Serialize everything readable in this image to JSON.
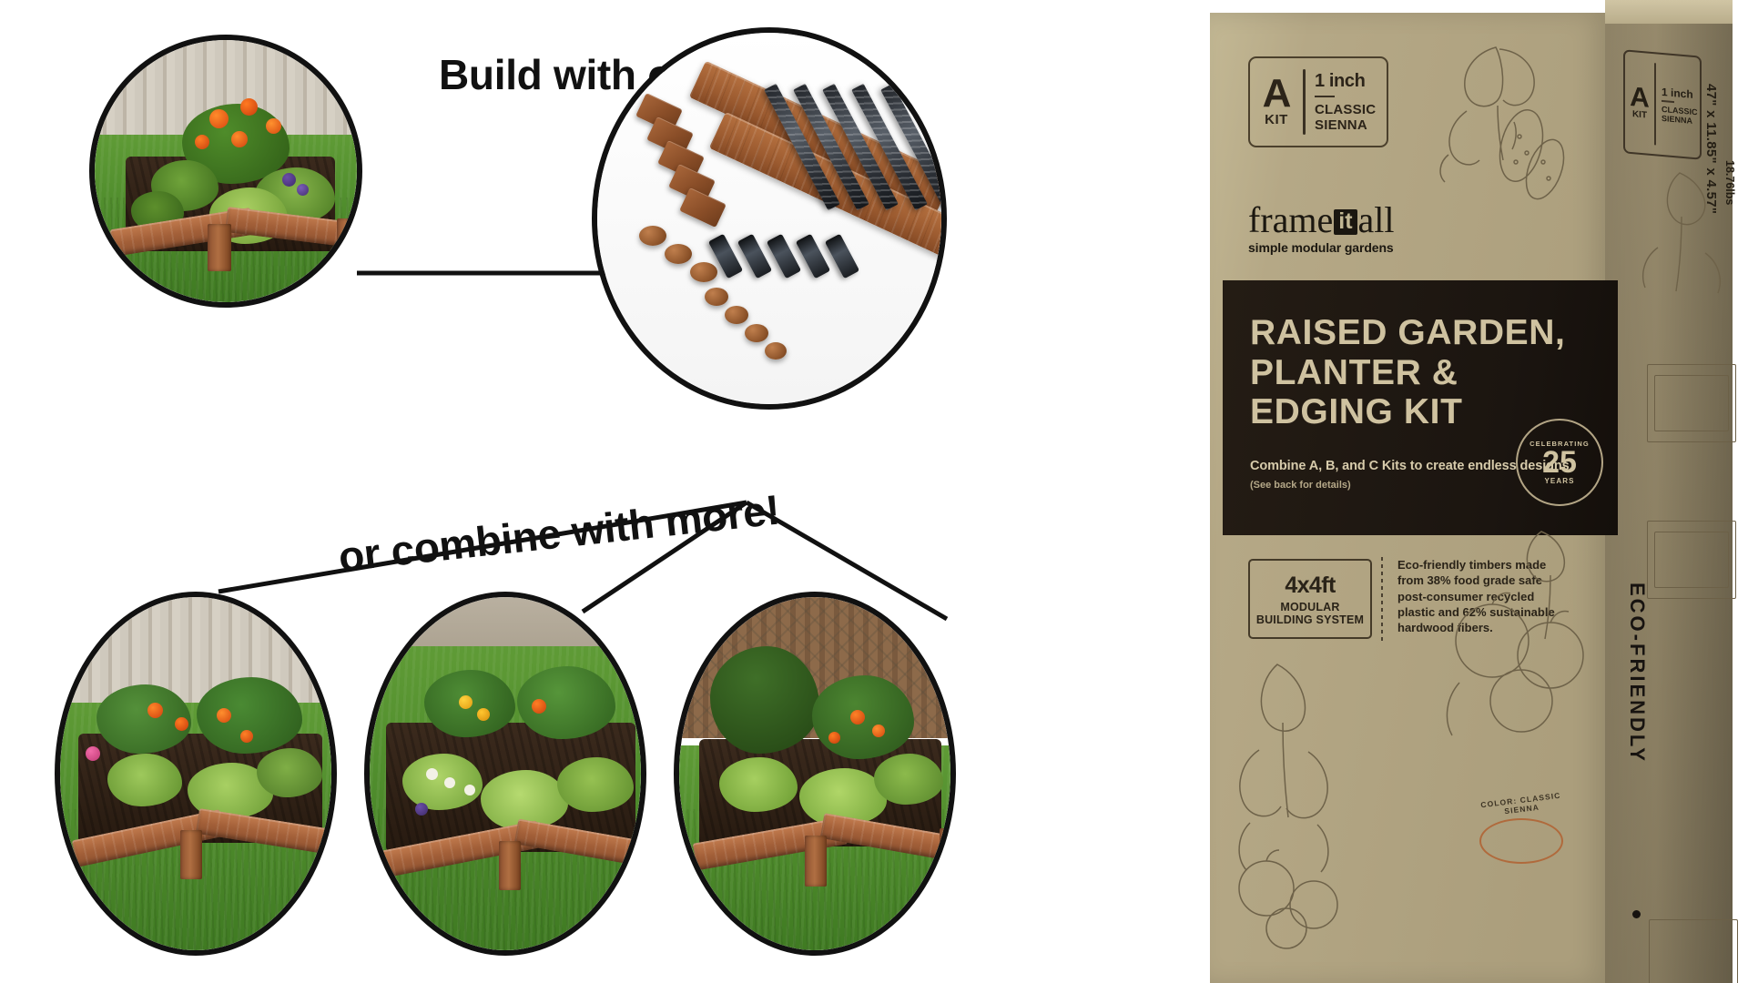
{
  "collage": {
    "headline_top": "Build with one ...",
    "headline_bottom": "or combine with more!",
    "circles": [
      {
        "name": "single-raised-bed-photo",
        "caption": ""
      },
      {
        "name": "hardware-kit-photo",
        "caption": ""
      },
      {
        "name": "combined-bed-photo-1",
        "caption": ""
      },
      {
        "name": "combined-bed-photo-2",
        "caption": ""
      },
      {
        "name": "combined-bed-photo-3",
        "caption": ""
      }
    ]
  },
  "box": {
    "kit_badge": {
      "letter": "A",
      "kit_word": "KIT",
      "size": "1 inch",
      "color_line1": "CLASSIC",
      "color_line2": "SIENNA"
    },
    "logo": {
      "word1": "frame",
      "mark": "it",
      "word2": "all",
      "tagline": "simple modular gardens"
    },
    "title_lines": [
      "RAISED GARDEN,",
      "PLANTER &",
      "EDGING KIT"
    ],
    "subtitle": "Combine A, B, and C Kits to create endless designs.",
    "subtitle_note": "(See back for details)",
    "seal": {
      "top": "CELEBRATING",
      "number": "25",
      "bottom": "YEARS"
    },
    "modular_badge": {
      "size": "4x4ft",
      "line1": "MODULAR",
      "line2": "BUILDING SYSTEM"
    },
    "eco_copy": "Eco-friendly timbers made from 38% food grade safe post-consumer recycled plastic and 62% sustainable hardwood fibers.",
    "color_swatch_label": "COLOR: CLASSIC SIENNA",
    "side": {
      "eco_friendly": "ECO-FRIENDLY",
      "dimensions": "47\" x 11.85\" x 4.57\"",
      "weight": "18.76lbs",
      "kit_letter": "A",
      "kit_word": "KIT",
      "kit_size": "1 inch",
      "kit_color_line1": "CLASSIC",
      "kit_color_line2": "SIENNA"
    }
  },
  "colors": {
    "box_tan": "#b5a886",
    "panel_dark": "#1b1510",
    "panel_text": "#cfc2a0",
    "sienna": "#a25f38",
    "ink": "#111111"
  }
}
